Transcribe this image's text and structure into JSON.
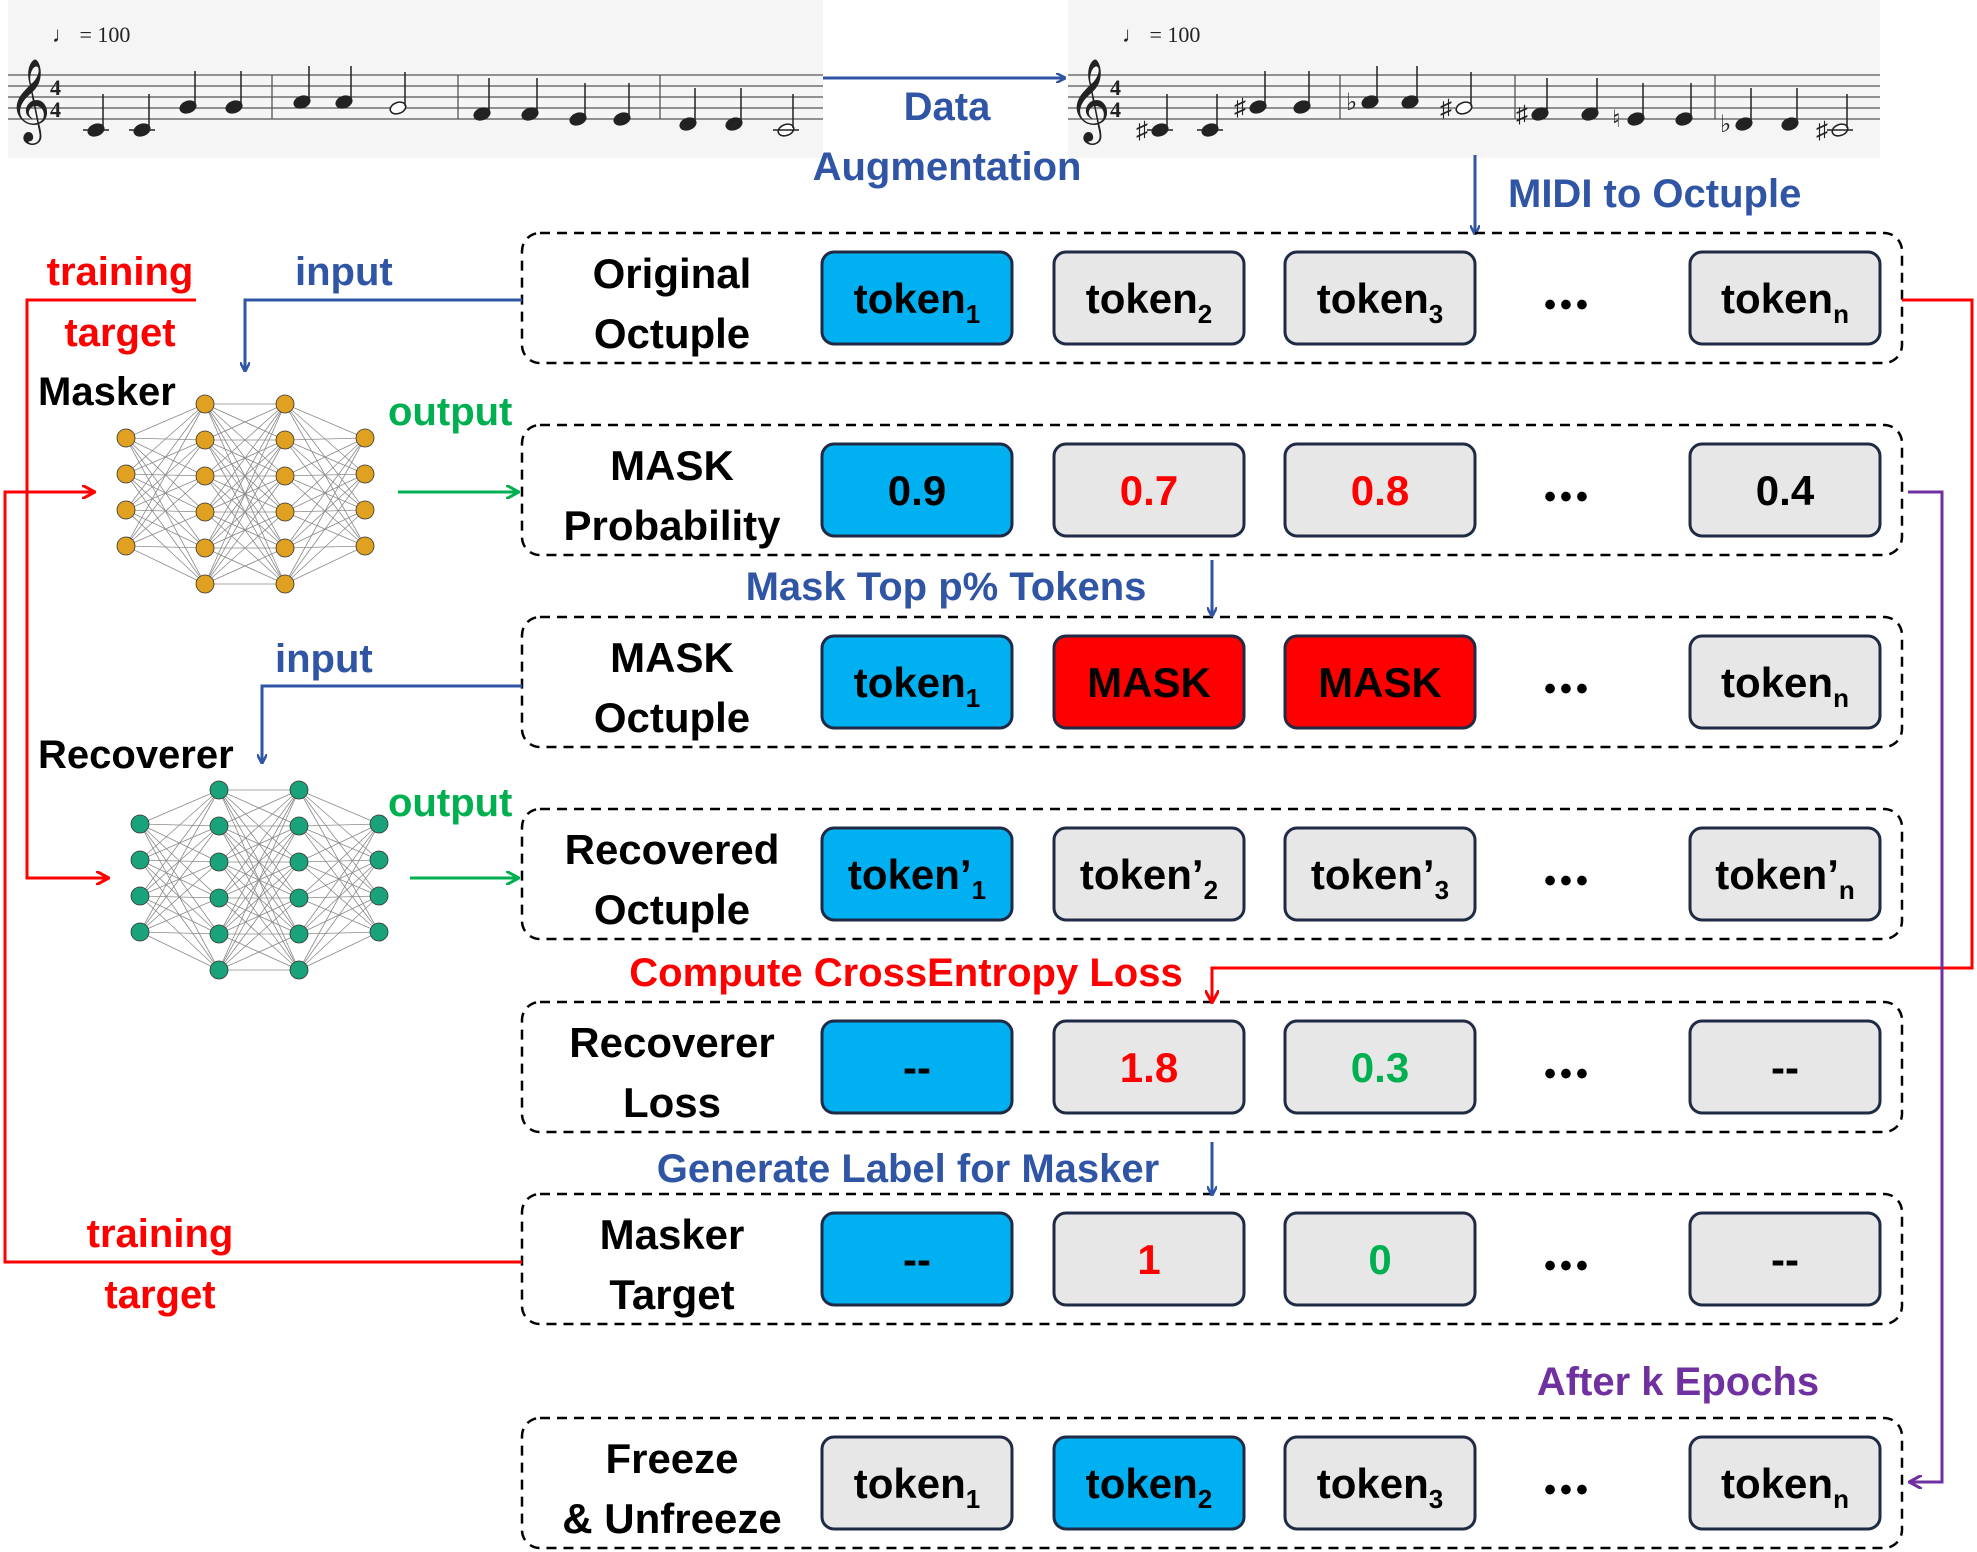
{
  "colors": {
    "blue_text": "#2f55a4",
    "red": "#ff0000",
    "green": "#00b050",
    "purple": "#7030a0",
    "token_blue": "#00b0f0",
    "token_gray": "#e7e7e7",
    "token_red": "#ff0000",
    "masker_node": "#e0a020",
    "recoverer_node": "#1aa37a"
  },
  "score_left": {
    "tempo": "♩ = 100",
    "time_signature": [
      "4",
      "4"
    ]
  },
  "score_right": {
    "tempo": "♩ = 100",
    "time_signature": [
      "4",
      "4"
    ]
  },
  "labels": {
    "data_aug_1": "Data",
    "data_aug_2": "Augmentation",
    "midi_to_octuple": "MIDI to Octuple",
    "training_target_top_1": "training",
    "training_target_top_2": "target",
    "input_top": "input",
    "masker": "Masker",
    "output_top": "output",
    "mask_top_p": "Mask Top p% Tokens",
    "input_mid": "input",
    "recoverer": "Recoverer",
    "output_mid": "output",
    "compute_ce": "Compute CrossEntropy Loss",
    "generate_label": "Generate Label for Masker",
    "training_target_bottom_1": "training",
    "training_target_bottom_2": "target",
    "after_k_epochs": "After k Epochs"
  },
  "rows": [
    {
      "title": [
        "Original",
        "Octuple"
      ],
      "cells": [
        {
          "main": "token",
          "sub": "1",
          "fill": "blue",
          "color": "black"
        },
        {
          "main": "token",
          "sub": "2",
          "fill": "gray",
          "color": "black"
        },
        {
          "main": "token",
          "sub": "3",
          "fill": "gray",
          "color": "black"
        },
        {
          "main": "token",
          "sub": "n",
          "fill": "gray",
          "color": "black"
        }
      ],
      "ellipsis": "•••"
    },
    {
      "title": [
        "MASK",
        "Probability"
      ],
      "cells": [
        {
          "main": "0.9",
          "sub": "",
          "fill": "blue",
          "color": "black"
        },
        {
          "main": "0.7",
          "sub": "",
          "fill": "gray",
          "color": "red"
        },
        {
          "main": "0.8",
          "sub": "",
          "fill": "gray",
          "color": "red"
        },
        {
          "main": "0.4",
          "sub": "",
          "fill": "gray",
          "color": "black"
        }
      ],
      "ellipsis": "•••"
    },
    {
      "title": [
        "MASK",
        "Octuple"
      ],
      "cells": [
        {
          "main": "token",
          "sub": "1",
          "fill": "blue",
          "color": "black"
        },
        {
          "main": "MASK",
          "sub": "",
          "fill": "red",
          "color": "black"
        },
        {
          "main": "MASK",
          "sub": "",
          "fill": "red",
          "color": "black"
        },
        {
          "main": "token",
          "sub": "n",
          "fill": "gray",
          "color": "black"
        }
      ],
      "ellipsis": "•••"
    },
    {
      "title": [
        "Recovered",
        "Octuple"
      ],
      "cells": [
        {
          "main": "token’",
          "sub": "1",
          "fill": "blue",
          "color": "black"
        },
        {
          "main": "token’",
          "sub": "2",
          "fill": "gray",
          "color": "black"
        },
        {
          "main": "token’",
          "sub": "3",
          "fill": "gray",
          "color": "black"
        },
        {
          "main": "token’",
          "sub": "n",
          "fill": "gray",
          "color": "black"
        }
      ],
      "ellipsis": "•••"
    },
    {
      "title": [
        "Recoverer",
        "Loss"
      ],
      "cells": [
        {
          "main": "--",
          "sub": "",
          "fill": "blue",
          "color": "black"
        },
        {
          "main": "1.8",
          "sub": "",
          "fill": "gray",
          "color": "red"
        },
        {
          "main": "0.3",
          "sub": "",
          "fill": "gray",
          "color": "green"
        },
        {
          "main": "--",
          "sub": "",
          "fill": "gray",
          "color": "black"
        }
      ],
      "ellipsis": "•••"
    },
    {
      "title": [
        "Masker",
        "Target"
      ],
      "cells": [
        {
          "main": "--",
          "sub": "",
          "fill": "blue",
          "color": "black"
        },
        {
          "main": "1",
          "sub": "",
          "fill": "gray",
          "color": "red"
        },
        {
          "main": "0",
          "sub": "",
          "fill": "gray",
          "color": "green"
        },
        {
          "main": "--",
          "sub": "",
          "fill": "gray",
          "color": "black"
        }
      ],
      "ellipsis": "•••"
    },
    {
      "title": [
        "Freeze",
        "& Unfreeze"
      ],
      "cells": [
        {
          "main": "token",
          "sub": "1",
          "fill": "gray",
          "color": "black"
        },
        {
          "main": "token",
          "sub": "2",
          "fill": "blue",
          "color": "black"
        },
        {
          "main": "token",
          "sub": "3",
          "fill": "gray",
          "color": "black"
        },
        {
          "main": "token",
          "sub": "n",
          "fill": "gray",
          "color": "black"
        }
      ],
      "ellipsis": "•••"
    }
  ]
}
